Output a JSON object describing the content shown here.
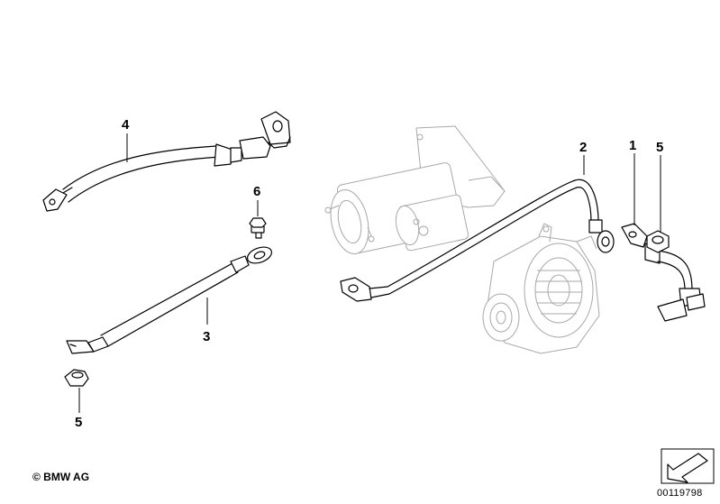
{
  "callouts": {
    "part_1": "1",
    "part_2": "2",
    "part_3": "3",
    "part_4": "4",
    "part_5_top": "5",
    "part_5_bottom": "5",
    "part_6": "6"
  },
  "footer": {
    "copyright": "© BMW AG",
    "document_number": "00119798"
  },
  "icons": {
    "view_arrow": "direction-arrow-icon"
  }
}
